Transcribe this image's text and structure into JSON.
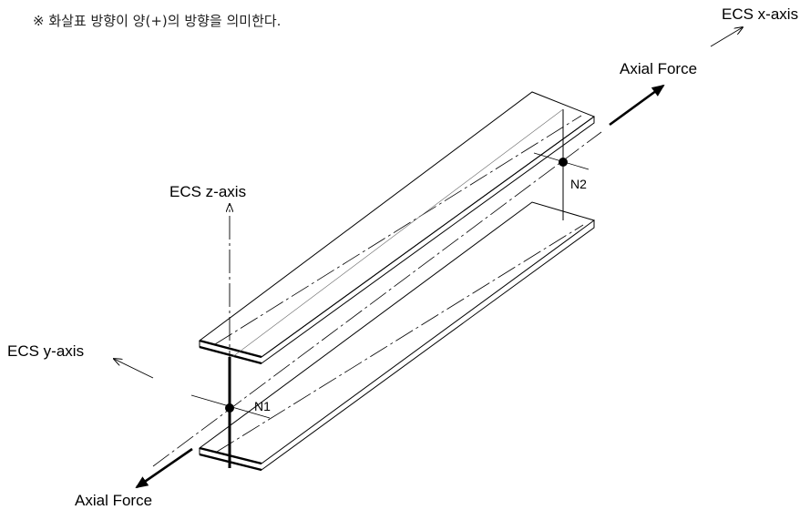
{
  "note": "※ 화살표 방향이 양(+)의 방향을 의미한다.",
  "labels": {
    "ecs_x_axis": "ECS x-axis",
    "ecs_y_axis": "ECS y-axis",
    "ecs_z_axis": "ECS z-axis",
    "axial_force_top": "Axial Force",
    "axial_force_bottom": "Axial Force",
    "node_n1": "N1",
    "node_n2": "N2"
  },
  "colors": {
    "line": "#000000",
    "thin_line": "#444444",
    "background": "#ffffff"
  }
}
